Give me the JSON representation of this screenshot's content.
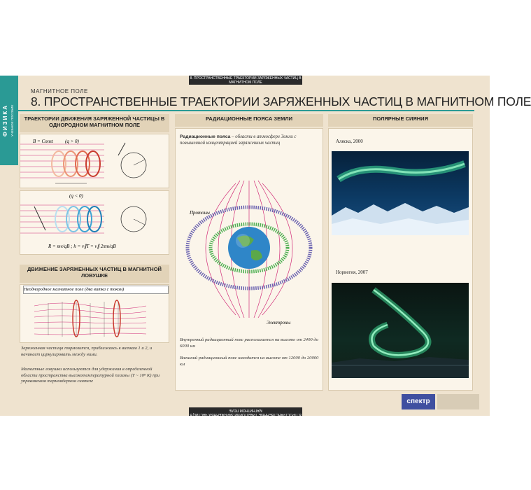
{
  "header": {
    "tab_top": "8. ПРОСТРАНСТВЕННЫЕ ТРАЕКТОРИИ ЗАРЯЖЕННЫХ ЧАСТИЦ В МАГНИТНОМ ПОЛЕ",
    "tab_bottom": "8. ПРОСТРАНСТВЕННЫЕ ТРАЕКТОРИИ ЗАРЯЖЕННЫХ ЧАСТИЦ В МАГНИТНОМ ПОЛЕ",
    "side_subject": "ФИЗИКА",
    "side_sub": "УЧЕБНОЕ ПОСОБИЕ",
    "section": "МАГНИТНОЕ ПОЛЕ",
    "title": "8. ПРОСТРАНСТВЕННЫЕ ТРАЕКТОРИИ ЗАРЯЖЕННЫХ ЧАСТИЦ В МАГНИТНОМ ПОЛЕ"
  },
  "left": {
    "head1": "ТРАЕКТОРИИ ДВИЖЕНИЯ ЗАРЯЖЕННОЙ ЧАСТИЦЫ В ОДНОРОДНОМ МАГНИТНОМ ПОЛЕ",
    "b_const": "B = Const",
    "q_pos": "(q > 0)",
    "q_neg": "(q < 0)",
    "formula": "R = mv/qB ; h = v∥T = v∥ 2πm/qB",
    "head2": "ДВИЖЕНИЕ ЗАРЯЖЕННЫХ ЧАСТИЦ В МАГНИТНОЙ ЛОВУШКЕ",
    "trap_caption": "Неоднородное магнитное поле (два витка с током)",
    "trap_text1": "Заряженная частица тормозится, приближаясь к виткам 1 и 2, и начинает циркулировать между ними.",
    "trap_text2": "Магнитные ловушки используются для удержания в определенной области пространства высокотемпературной плазмы (T ~ 10⁸ K) при управляемом термоядерном синтезе"
  },
  "middle": {
    "head": "РАДИАЦИОННЫЕ ПОЯСА ЗЕМЛИ",
    "def_term": "Радиационные пояса",
    "def_text": " – области в атмосфере Земли с повышенной концентрацией заряженных частиц",
    "protons": "Протоны",
    "electrons": "Электроны",
    "inner": "Внутренний радиационный пояс располагается на высоте от 2400 до 6000 км",
    "outer": "Внешний радиационный пояс находится на высоте от 12000 до 20000 км"
  },
  "right": {
    "head": "ПОЛЯРНЫЕ СИЯНИЯ",
    "cap1": "Аляска, 2000",
    "cap2": "Норвегия, 2007"
  },
  "footer": {
    "logo": "спектр"
  },
  "colors": {
    "teal": "#2a9a95",
    "background": "#efe3cf",
    "field_lines": "#d2307a",
    "aurora": "#3fe59a"
  }
}
